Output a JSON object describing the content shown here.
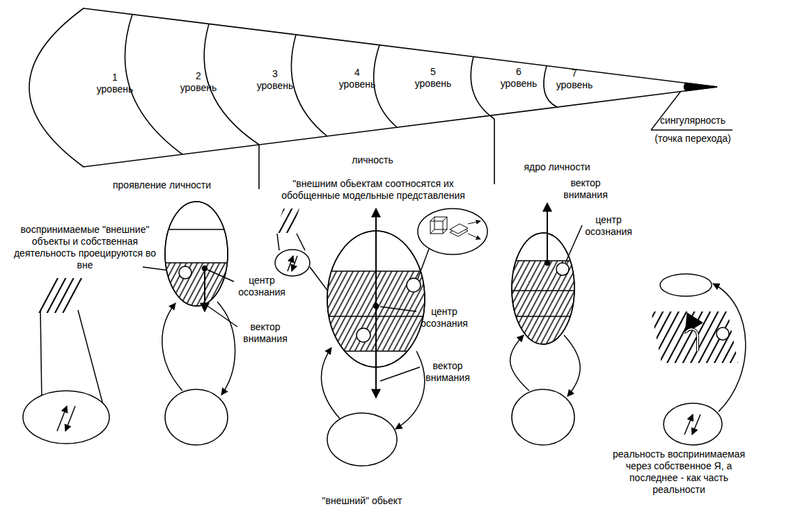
{
  "diagram": {
    "nodes": [
      {
        "text": [
          "1 уровень"
        ]
      },
      {
        "text": [
          "2 уровень"
        ]
      },
      {
        "text": [
          "3 уровень"
        ]
      },
      {
        "text": [
          "4 уровень"
        ]
      },
      {
        "text": [
          "5 уровень"
        ]
      },
      {
        "text": [
          "6 уровень"
        ]
      },
      {
        "text": [
          "7 уровень"
        ]
      }
    ],
    "labels": [
      "сингулярность (точка перехода)",
      "проявление личности",
      "личность",
      "ядро личности",
      "воспринимаемые \"внешние\" объекты и собственная деятельность проецируются во вне",
      "центр осознания",
      "вектор внимания",
      "\"внешним обьектам соотносятся их обобщенные модельные представления",
      "центр осознания",
      "вектор внимания",
      "\"внешний\" обьект",
      "вектор внимания",
      "центр осознания",
      "реальность воспринимаемая через собственное Я, а последнее - как часть реальности"
    ]
  }
}
